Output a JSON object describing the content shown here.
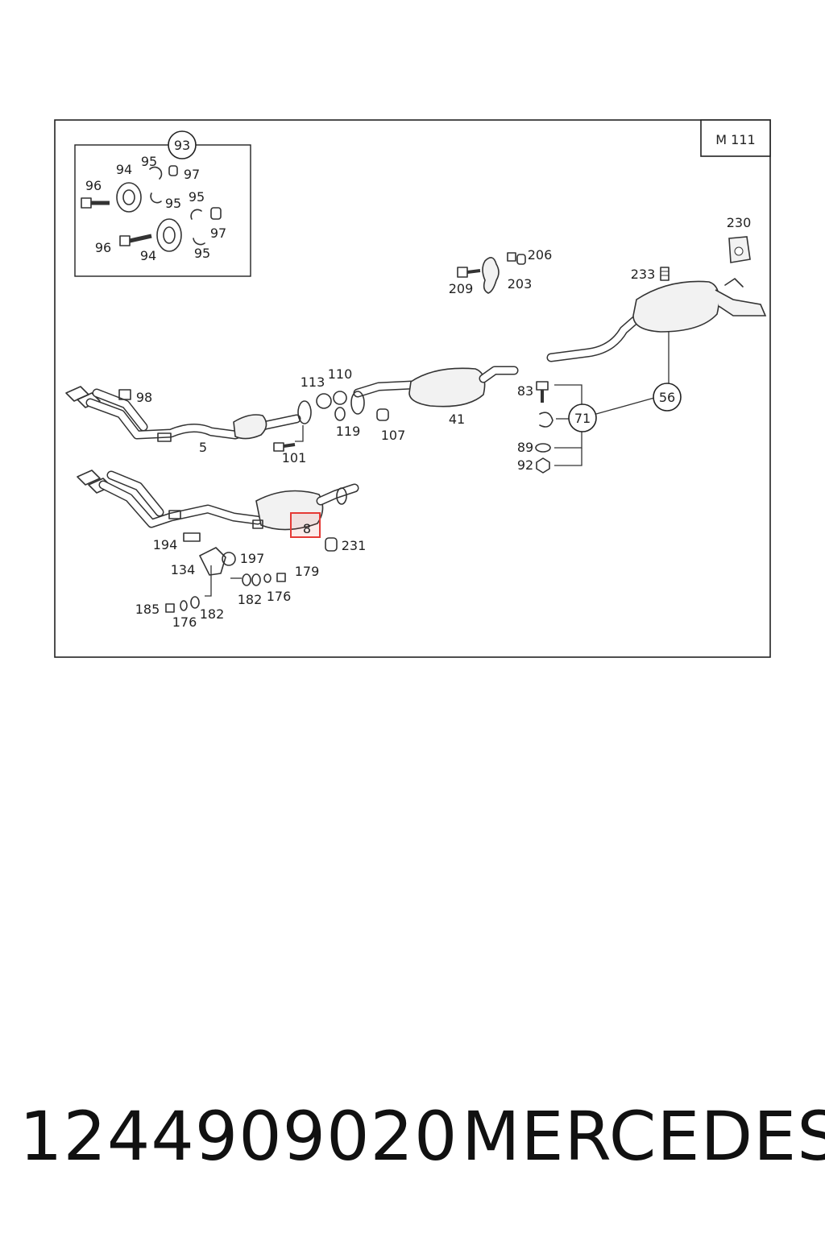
{
  "diagram": {
    "engine_tag": "M 111",
    "inset_label": "93",
    "labels": {
      "l96a": "96",
      "l94a": "94",
      "l95a": "95",
      "l97a": "97",
      "l95b": "95",
      "l95c": "95",
      "l96b": "96",
      "l94b": "94",
      "l97b": "97",
      "l95d": "95",
      "l230": "230",
      "l206": "206",
      "l209": "209",
      "l203": "203",
      "l233": "233",
      "l98": "98",
      "l5": "5",
      "l113": "113",
      "l110": "110",
      "l119": "119",
      "l107": "107",
      "l101": "101",
      "l41": "41",
      "l83": "83",
      "l89": "89",
      "l92": "92",
      "l71": "71",
      "l56": "56",
      "l194": "194",
      "l8": "8",
      "l231": "231",
      "l197": "197",
      "l134": "134",
      "l179": "179",
      "l182a": "182",
      "l176a": "176",
      "l185": "185",
      "l176b": "176",
      "l182b": "182"
    },
    "highlight_color": "#e53935"
  },
  "footer": {
    "part_number": "1244909020",
    "brand": "MERCEDES"
  }
}
